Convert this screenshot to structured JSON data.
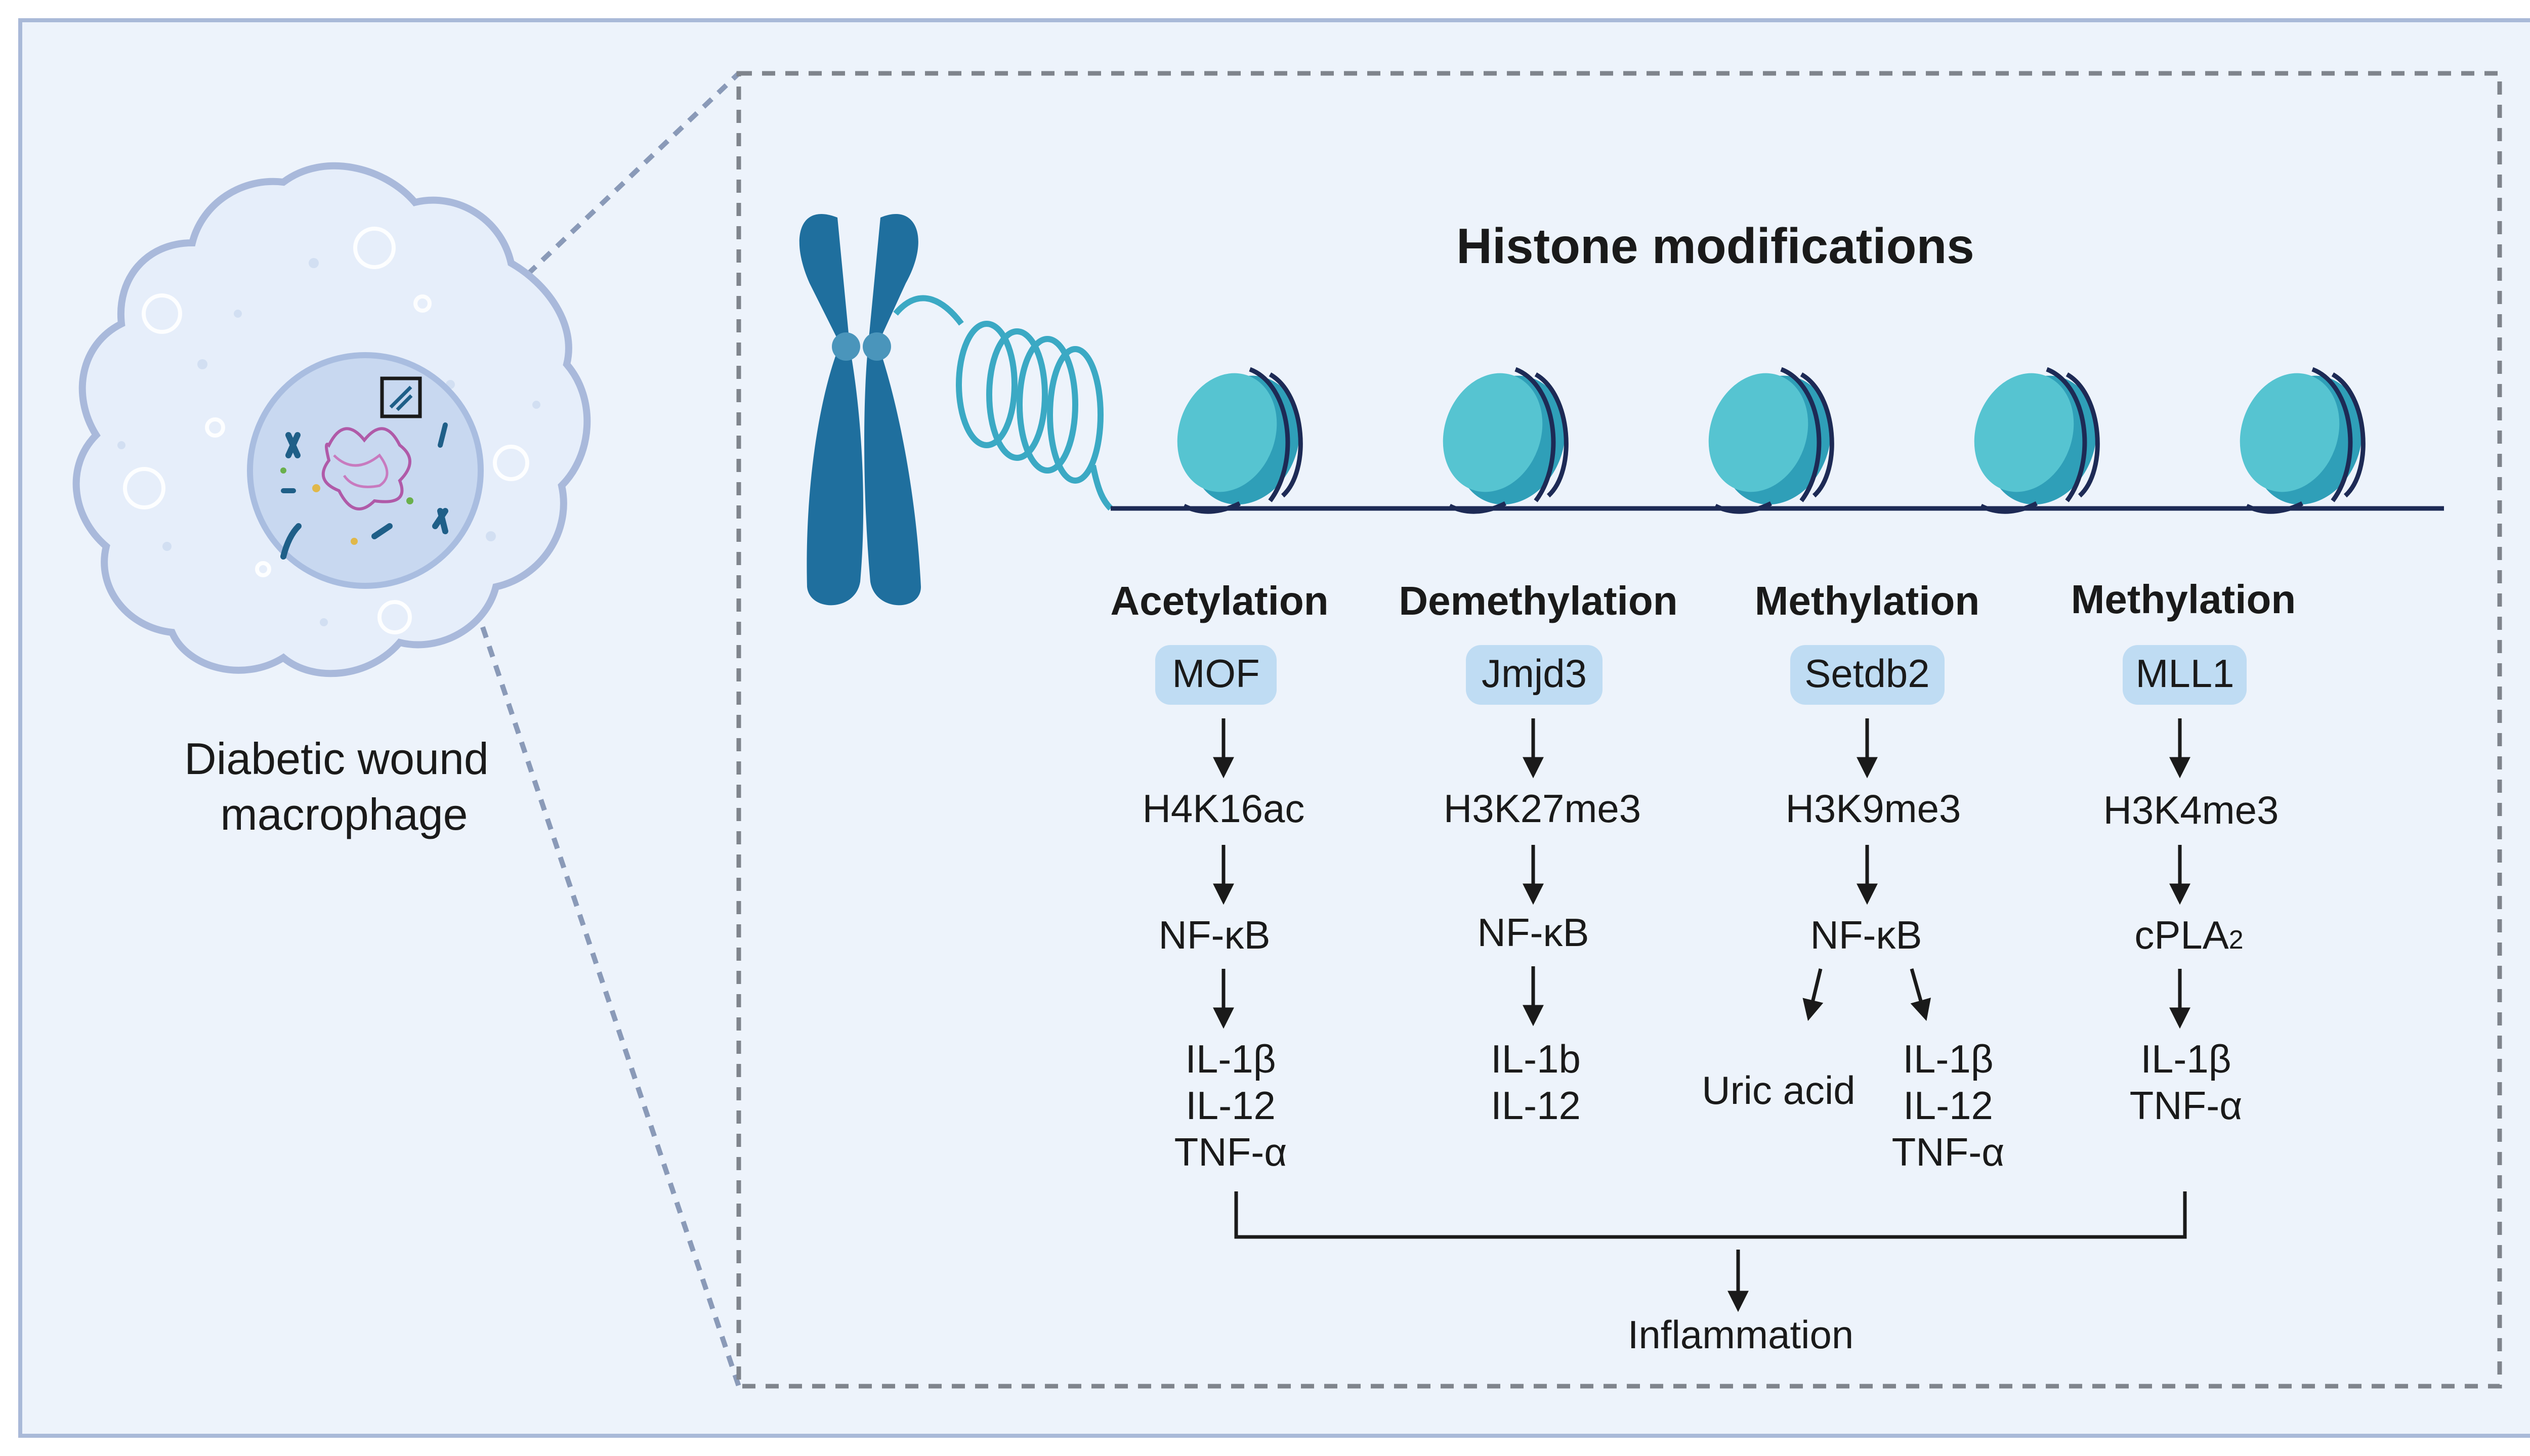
{
  "cell": {
    "label_line1": "Diabetic wound",
    "label_line2": "macrophage"
  },
  "panel": {
    "title": "Histone modifications"
  },
  "columns": [
    {
      "modification": "Acetylation",
      "enzyme": "MOF",
      "mark": "H4K16ac",
      "mediator": "NF-κB",
      "outputs": [
        "IL-1β",
        "IL-12",
        "TNF-α"
      ]
    },
    {
      "modification": "Demethylation",
      "enzyme": "Jmjd3",
      "mark": "H3K27me3",
      "mediator": "NF-κB",
      "outputs": [
        "IL-1b",
        "IL-12"
      ]
    },
    {
      "modification": "Methylation",
      "enzyme": "Setdb2",
      "mark": "H3K9me3",
      "mediator": "NF-κB",
      "side_output": "Uric acid",
      "outputs": [
        "IL-1β",
        "IL-12",
        "TNF-α"
      ]
    },
    {
      "modification": "Methylation",
      "enzyme": "MLL1",
      "mark": "H3K4me3",
      "mediator_main": "cPLA",
      "mediator_sub": "2",
      "outputs": [
        "IL-1β",
        "TNF-α"
      ]
    }
  ],
  "outcome": "Inflammation",
  "colors": {
    "background": "#edf3fb",
    "frame": "#a9b9d8",
    "dashed": "#8a8f99",
    "chromosome": "#1f6f9e",
    "nucleosome": "#4fc1d0",
    "dna": "#1d2a55",
    "enzyme_box": "#bfdcf3"
  }
}
